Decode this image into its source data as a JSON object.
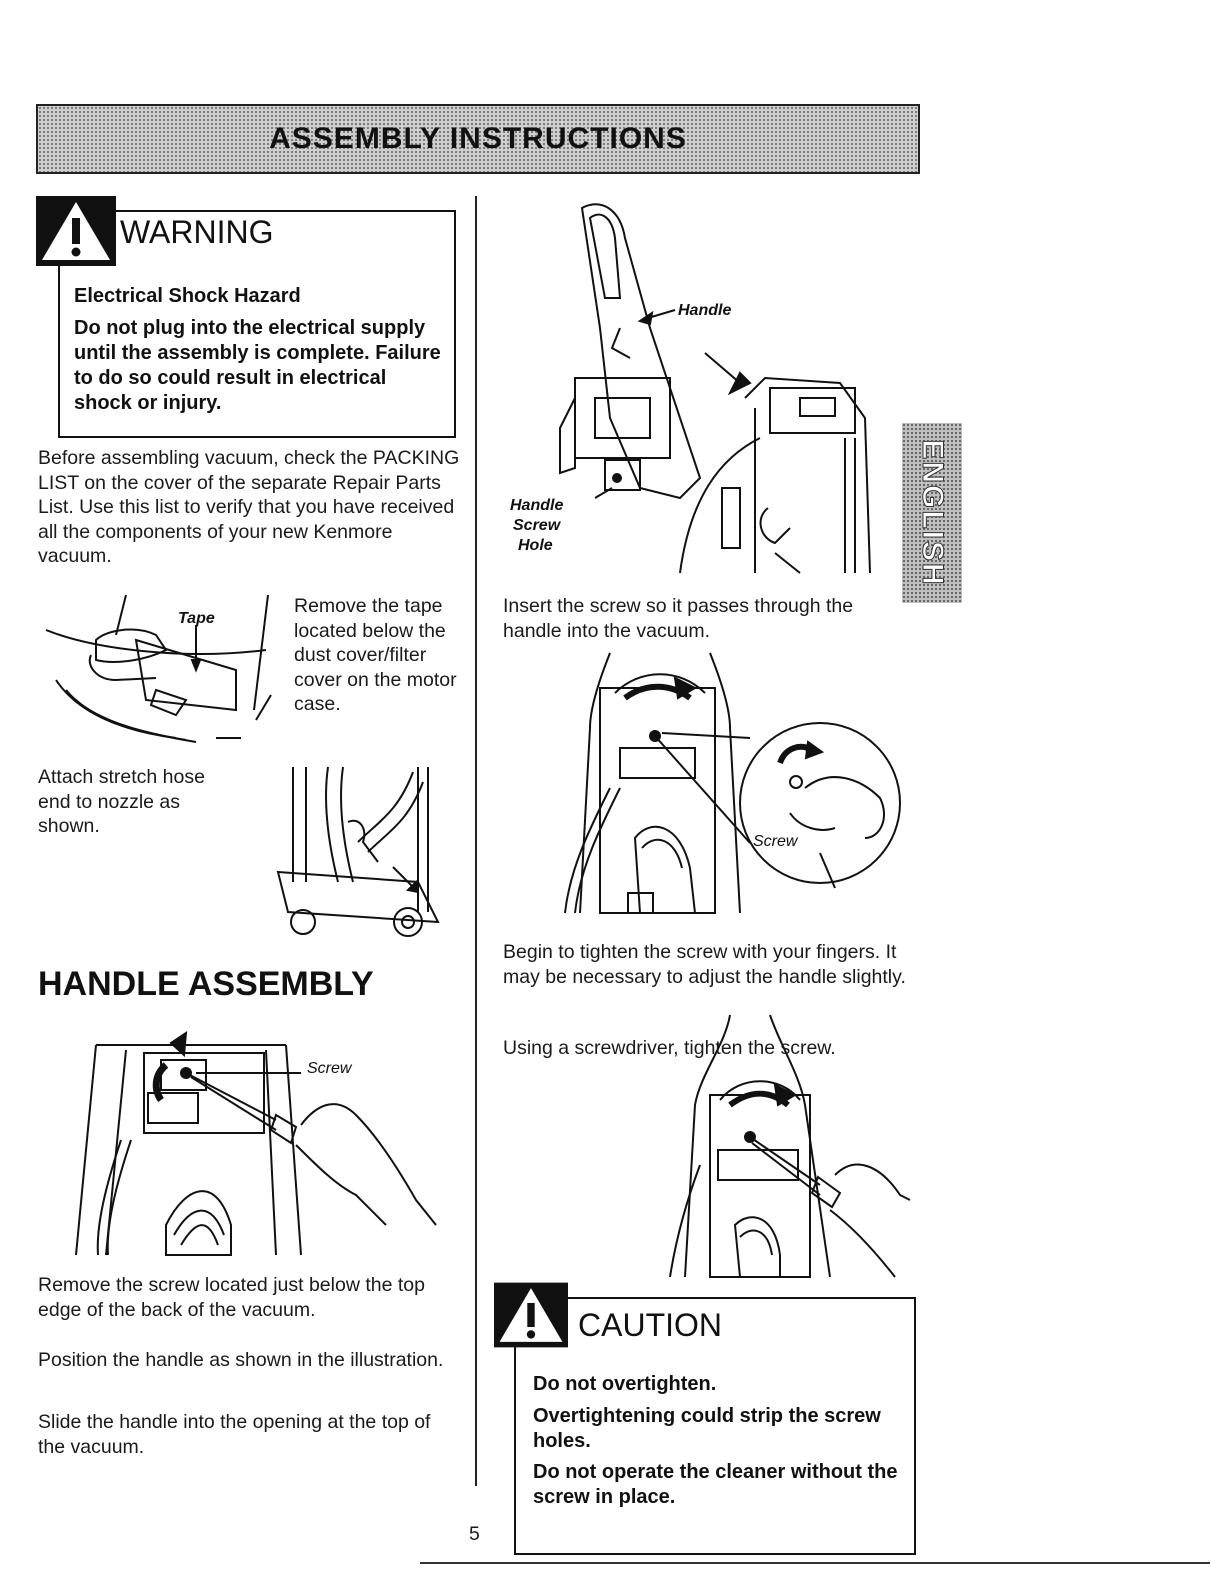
{
  "header": {
    "title": "ASSEMBLY INSTRUCTIONS"
  },
  "warning": {
    "title": "WARNING",
    "subtitle": "Electrical Shock Hazard",
    "text": "Do not plug into the electrical supply until the assembly is complete. Failure to do so could result in electrical shock or injury."
  },
  "intro": "Before assembling vacuum, check the PACKING LIST on the cover of the separate Repair Parts List. Use this list to verify that you have received all the components of your new Kenmore vacuum.",
  "tape": {
    "label": "Tape",
    "text": "Remove the tape located below the dust cover/filter cover on the motor case."
  },
  "hose": {
    "text": "Attach stretch hose end to nozzle as shown."
  },
  "handle_assembly": {
    "title": "HANDLE ASSEMBLY",
    "screw_label": "Screw",
    "step1": "Remove the screw located just below the top edge of the back of the vacuum.",
    "step2": "Position the handle as shown in the illustration.",
    "step3": "Slide the handle into the opening at the top of the vacuum."
  },
  "right": {
    "handle_label": "Handle",
    "handle_screw_hole_label": [
      "Handle",
      "Screw",
      "Hole"
    ],
    "insert_text": "Insert the screw so it passes through the handle into the vacuum.",
    "screw_label": "Screw",
    "tighten_fingers": "Begin to tighten the screw with your fingers. It may be necessary to adjust the handle slightly.",
    "screwdriver": "Using a screwdriver, tighten the screw."
  },
  "caution": {
    "title": "CAUTION",
    "line1": "Do not overtighten.",
    "line2": "Overtightening could strip the screw holes.",
    "line3": "Do not operate the cleaner without the screw in place."
  },
  "language_tab": "ENGLISH",
  "page_number": "5"
}
